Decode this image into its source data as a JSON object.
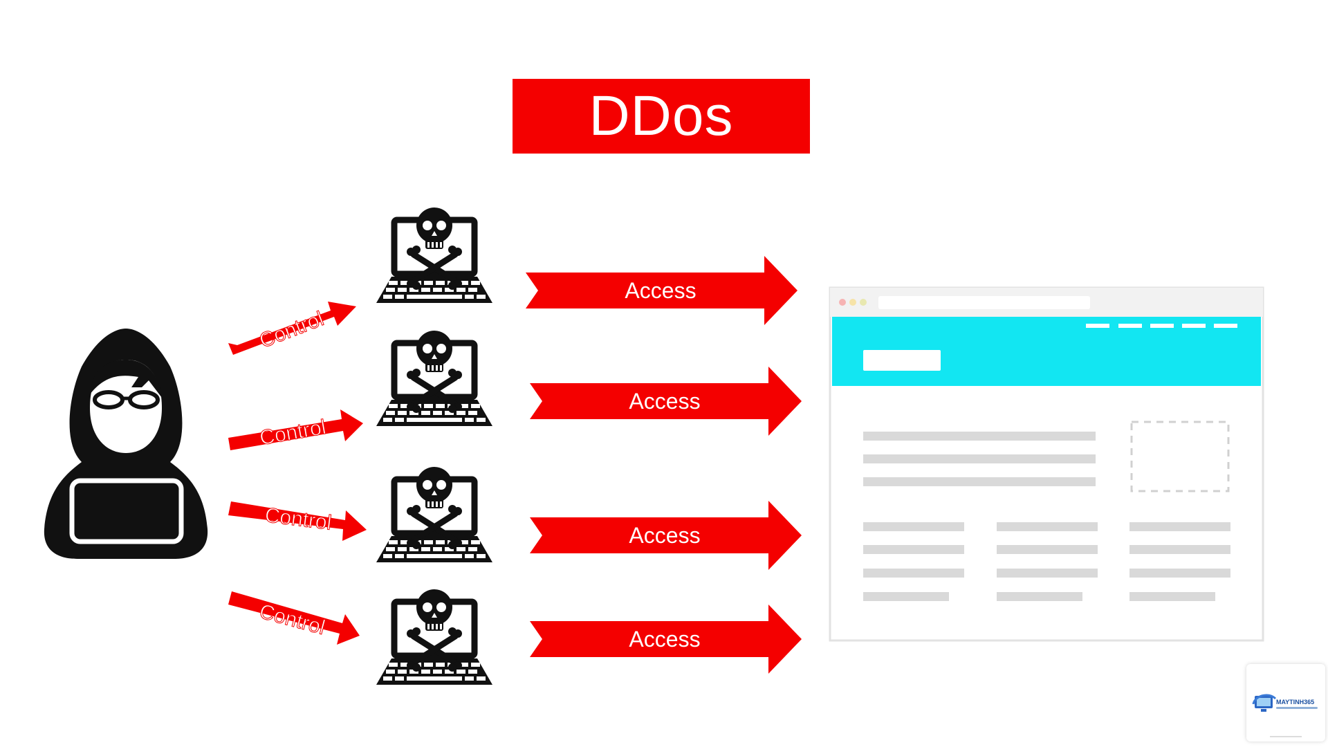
{
  "title": "DDos",
  "labels": {
    "control": "Control",
    "access": "Access"
  },
  "bots": [
    {
      "control": "Control",
      "access": "Access"
    },
    {
      "control": "Control",
      "access": "Access"
    },
    {
      "control": "Control",
      "access": "Access"
    },
    {
      "control": "Control",
      "access": "Access"
    }
  ],
  "watermark": {
    "brand": "MAYTINH365"
  },
  "colors": {
    "accent_red": "#f40000",
    "icon_black": "#111111",
    "target_header": "#12e6f2",
    "placeholder_gray": "#d9d9d9",
    "frame_gray": "#e2e2e2"
  },
  "icons": {
    "attacker": "hooded-hacker-icon",
    "bot": "infected-laptop-skull-icon",
    "target": "website-browser-window-icon",
    "logo": "maytinh365-logo-icon"
  }
}
